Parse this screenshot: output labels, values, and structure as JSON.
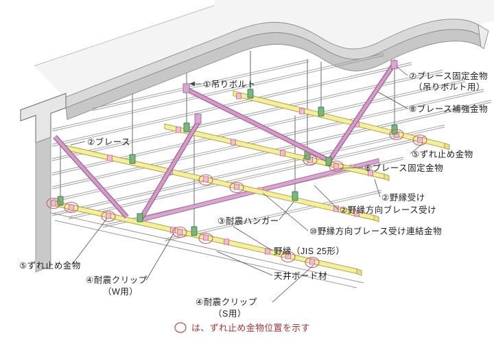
{
  "diagram": {
    "type": "ceiling-seismic-brace-isometric",
    "callouts": {
      "hanging_bolt": "①吊りボルト",
      "brace": "②ブレース",
      "brace_fix_for_bolt1": "⑦ブレース固定金物",
      "brace_fix_for_bolt2": "（吊りボルト用）",
      "brace_reinforce": "⑧ブレース補強金物",
      "slip_stop_right": "⑤ずれ止め金物",
      "brace_fix": "⑥ブレース固定金物",
      "nobuchi_uke": "②野縁受け",
      "nobuchi_dir_brace_uke": "②野縁方向ブレース受け",
      "renketsu_kanamono": "⑩野縁方向ブレース受け連結金物",
      "taishin_hanger": "③耐震ハンガー",
      "nobuchi": "野縁（JIS 25形）",
      "ceiling_board": "天井ボード材",
      "slip_stop_left": "⑤ずれ止め金物",
      "taishin_clip_w1": "④耐震クリップ",
      "taishin_clip_w2": "（W用）",
      "taishin_clip_s1": "④耐震クリップ",
      "taishin_clip_s2": "（S用）"
    },
    "legend_note": "は、ずれ止め金物位置を示す",
    "colors": {
      "brace_pink": "#d49ac8",
      "brace_edge": "#9a5f90",
      "receiver_yellow": "#f4ef9f",
      "receiver_edge": "#a89b3c",
      "hanger_green": "#79b77c",
      "clip_pink": "#f2bcd0",
      "marker_red": "#c66060",
      "note_red": "#a83232",
      "concrete_gray": "#c7c7c7"
    }
  }
}
